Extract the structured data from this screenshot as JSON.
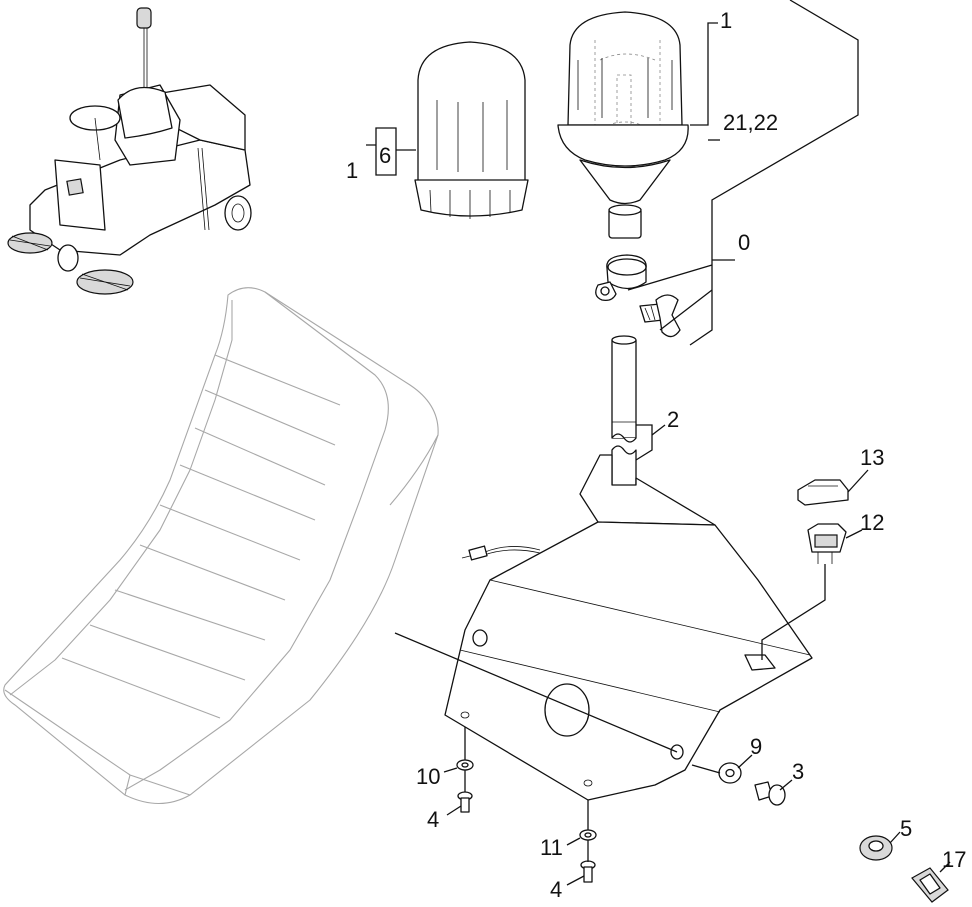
{
  "diagram": {
    "callouts": {
      "c1_top": "1",
      "c21_22": "21,22",
      "c1_left": "1",
      "c6": "6",
      "c0": "0",
      "c2": "2",
      "c13": "13",
      "c12": "12",
      "c9": "9",
      "c3": "3",
      "c10": "10",
      "c4_left": "4",
      "c11": "11",
      "c4_bottom": "4",
      "c5": "5",
      "c17": "17"
    },
    "colors": {
      "line": "#111111",
      "ghost": "#a8a8a8",
      "background": "#ffffff"
    }
  }
}
